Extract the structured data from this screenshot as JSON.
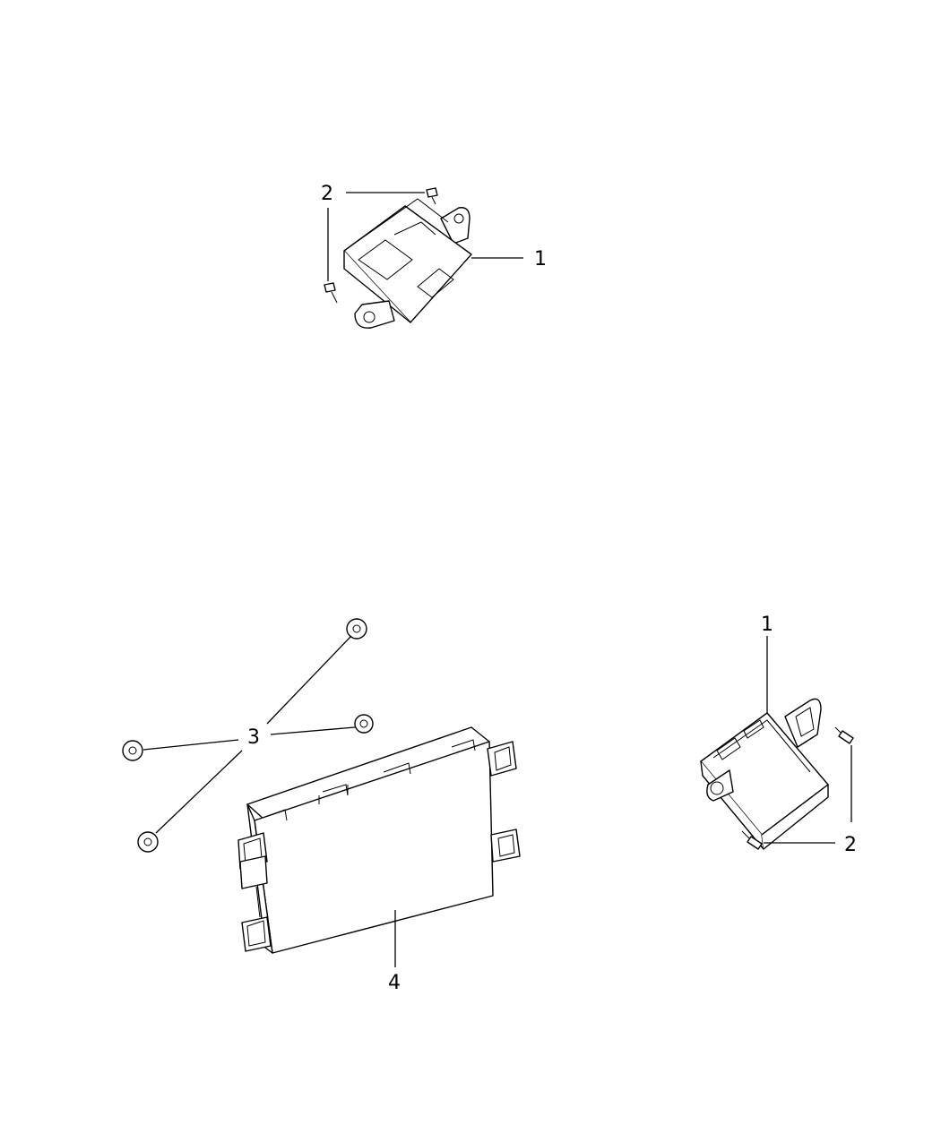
{
  "callouts": {
    "top_screw": "2",
    "top_module": "1",
    "nut": "3",
    "main_module": "4",
    "right_module": "1",
    "right_screw": "2"
  }
}
